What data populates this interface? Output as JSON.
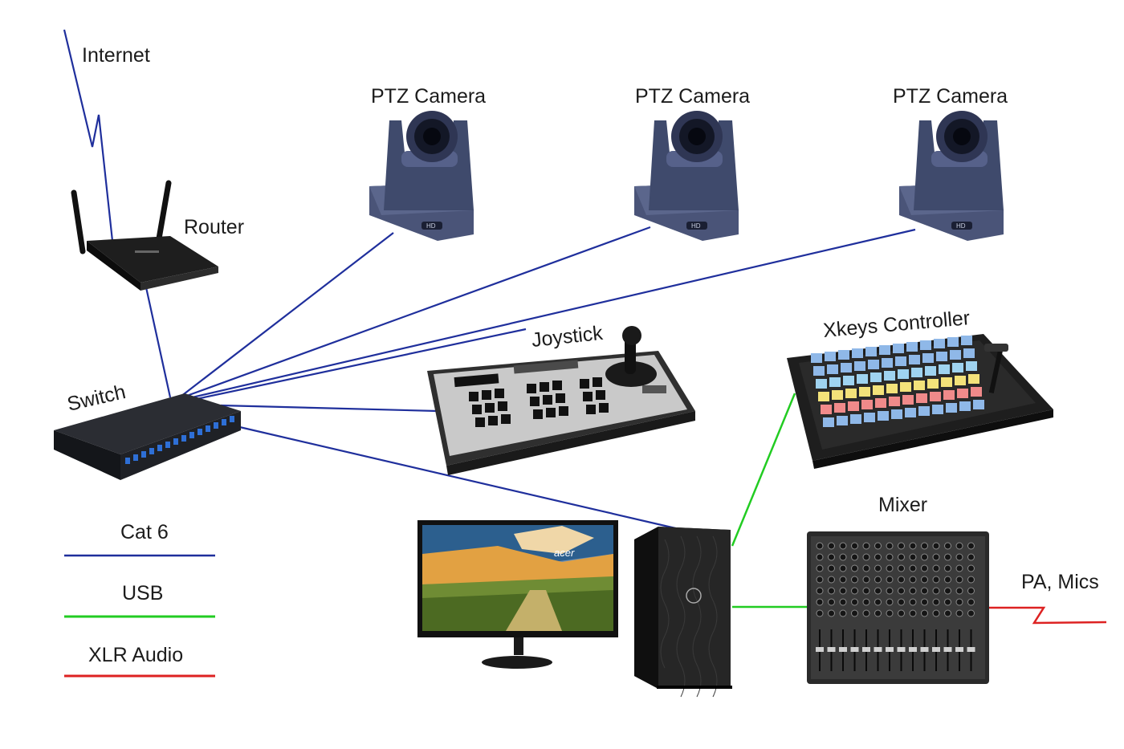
{
  "labels": {
    "internet": "Internet",
    "router": "Router",
    "switch": "Switch",
    "camera_1": "PTZ Camera",
    "camera_2": "PTZ Camera",
    "camera_3": "PTZ Camera",
    "joystick": "Joystick",
    "xkeys": "Xkeys Controller",
    "mixer": "Mixer",
    "pa_mics": "PA, Mics"
  },
  "legend": [
    {
      "label": "Cat 6",
      "color": "#1f2f9c"
    },
    {
      "label": "USB",
      "color": "#22cc22"
    },
    {
      "label": "XLR Audio",
      "color": "#dd2222"
    }
  ],
  "device_marks": {
    "camera_badge": "HD",
    "monitor_brand": "acer"
  },
  "colors": {
    "cat6": "#1f2f9c",
    "usb": "#22cc22",
    "xlr": "#dd2222",
    "camera_body": "#4a5478"
  }
}
